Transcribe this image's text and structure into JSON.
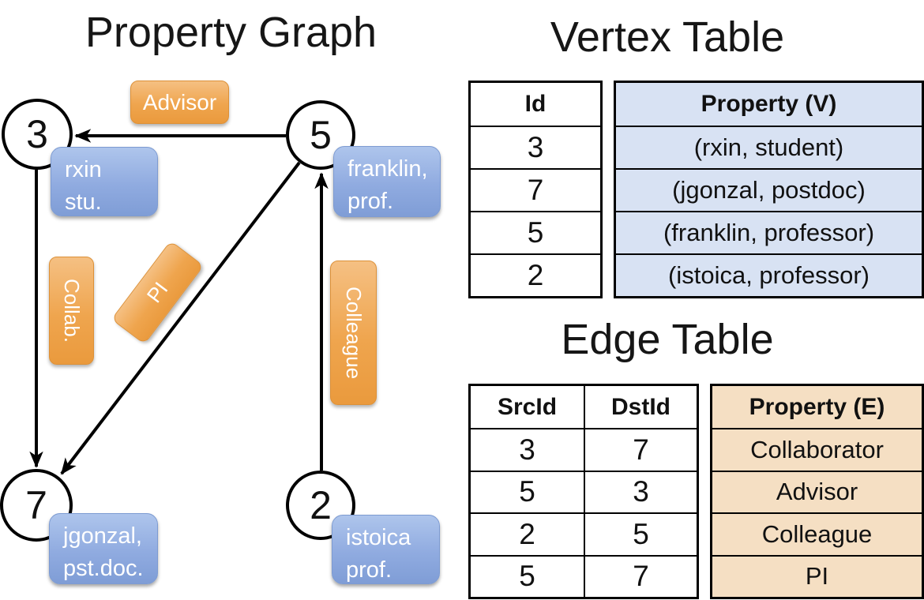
{
  "titles": {
    "property_graph": "Property Graph",
    "vertex_table": "Vertex Table",
    "edge_table": "Edge Table"
  },
  "graph": {
    "nodes": [
      {
        "id": "3"
      },
      {
        "id": "5"
      },
      {
        "id": "7"
      },
      {
        "id": "2"
      }
    ],
    "vertex_boxes": [
      {
        "line1": "rxin",
        "line2": "stu."
      },
      {
        "line1": "franklin,",
        "line2": "prof."
      },
      {
        "line1": "jgonzal,",
        "line2": "pst.doc."
      },
      {
        "line1": "istoica",
        "line2": "prof."
      }
    ],
    "edge_labels": {
      "advisor": "Advisor",
      "collab": "Collab.",
      "pi": "PI",
      "colleague": "Colleague"
    }
  },
  "vertex_table": {
    "headers": {
      "id": "Id",
      "property": "Property (V)"
    },
    "rows": [
      {
        "id": "3",
        "property": "(rxin, student)"
      },
      {
        "id": "7",
        "property": "(jgonzal, postdoc)"
      },
      {
        "id": "5",
        "property": "(franklin, professor)"
      },
      {
        "id": "2",
        "property": "(istoica, professor)"
      }
    ]
  },
  "edge_table": {
    "headers": {
      "src": "SrcId",
      "dst": "DstId",
      "property": "Property (E)"
    },
    "rows": [
      {
        "src": "3",
        "dst": "7",
        "property": "Collaborator"
      },
      {
        "src": "5",
        "dst": "3",
        "property": "Advisor"
      },
      {
        "src": "2",
        "dst": "5",
        "property": "Colleague"
      },
      {
        "src": "5",
        "dst": "7",
        "property": "PI"
      }
    ]
  },
  "colors": {
    "edge_label_orange": "#EDA24C",
    "vertex_box_blue": "#8FAADC",
    "vertex_property_cell_bg": "#D8E2F3",
    "edge_property_cell_bg": "#F5DFC3",
    "line_black": "#000000"
  }
}
